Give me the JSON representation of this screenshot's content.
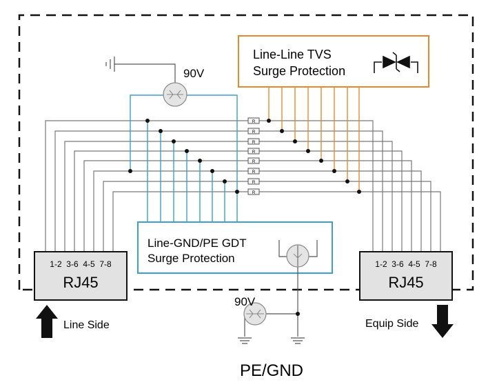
{
  "tvs": {
    "line1": "Line-Line TVS",
    "line2": "Surge Protection"
  },
  "gdt": {
    "line1": "Line-GND/PE GDT",
    "line2": "Surge Protection"
  },
  "gdt_top_voltage": "90V",
  "gdt_bottom_voltage": "90V",
  "rj45_left": {
    "pins": "1-2  3-6  4-5  7-8",
    "label": "RJ45"
  },
  "rj45_right": {
    "pins": "1-2  3-6  4-5  7-8",
    "label": "RJ45"
  },
  "line_side": "Line Side",
  "equip_side": "Equip Side",
  "ground_label": "PE/GND",
  "resistor_symbol": "R",
  "colors": {
    "tvs_box": "#e8882a",
    "gdt_box": "#3aa0cc",
    "wire": "#555555",
    "rj45_fill": "#e2e2e2"
  }
}
